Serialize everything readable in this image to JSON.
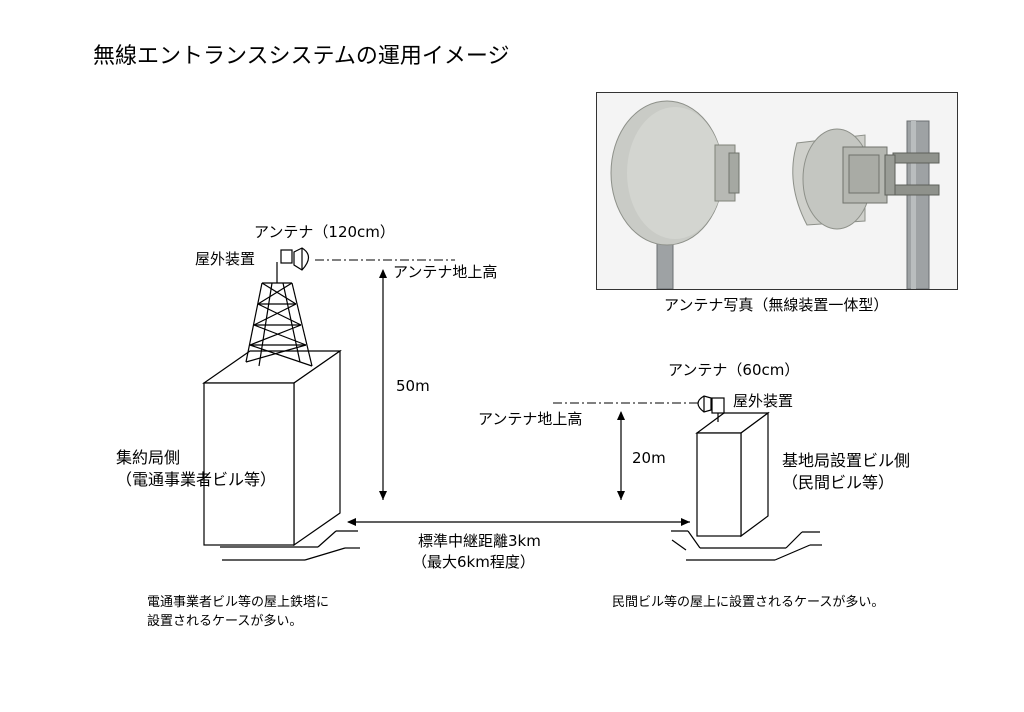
{
  "title": "無線エントランスシステムの運用イメージ",
  "left_site": {
    "antenna_label": "アンテナ（120cm）",
    "outdoor_unit_label": "屋外装置",
    "height_label": "アンテナ地上高",
    "height_value": "50m",
    "building_label_line1": "集約局側",
    "building_label_line2": "（電通事業者ビル等）",
    "note_line1": "電通事業者ビル等の屋上鉄塔に",
    "note_line2": "設置されるケースが多い。"
  },
  "right_site": {
    "antenna_label": "アンテナ（60cm）",
    "outdoor_unit_label": "屋外装置",
    "height_label": "アンテナ地上高",
    "height_value": "20m",
    "building_label_line1": "基地局設置ビル側",
    "building_label_line2": "（民間ビル等）",
    "note": "民間ビル等の屋上に設置されるケースが多い。"
  },
  "distance": {
    "line1": "標準中継距離3km",
    "line2": "（最大6km程度）"
  },
  "photo": {
    "caption": "アンテナ写真（無線装置一体型）"
  }
}
